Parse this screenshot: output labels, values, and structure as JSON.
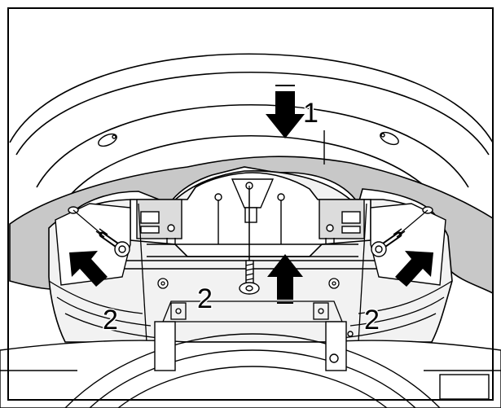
{
  "diagram": {
    "colors": {
      "background": "#ffffff",
      "line": "#000000",
      "shaded_panel": "#c8c8c8",
      "light_fill": "#f2f2f2",
      "mid_fill": "#dcdcdc"
    },
    "callouts": {
      "panel": "1",
      "screw_center": "2",
      "screw_left": "2",
      "screw_right": "2"
    },
    "icons": {
      "arrow": "solid-arrow-icon",
      "screw": "screw-icon"
    }
  }
}
